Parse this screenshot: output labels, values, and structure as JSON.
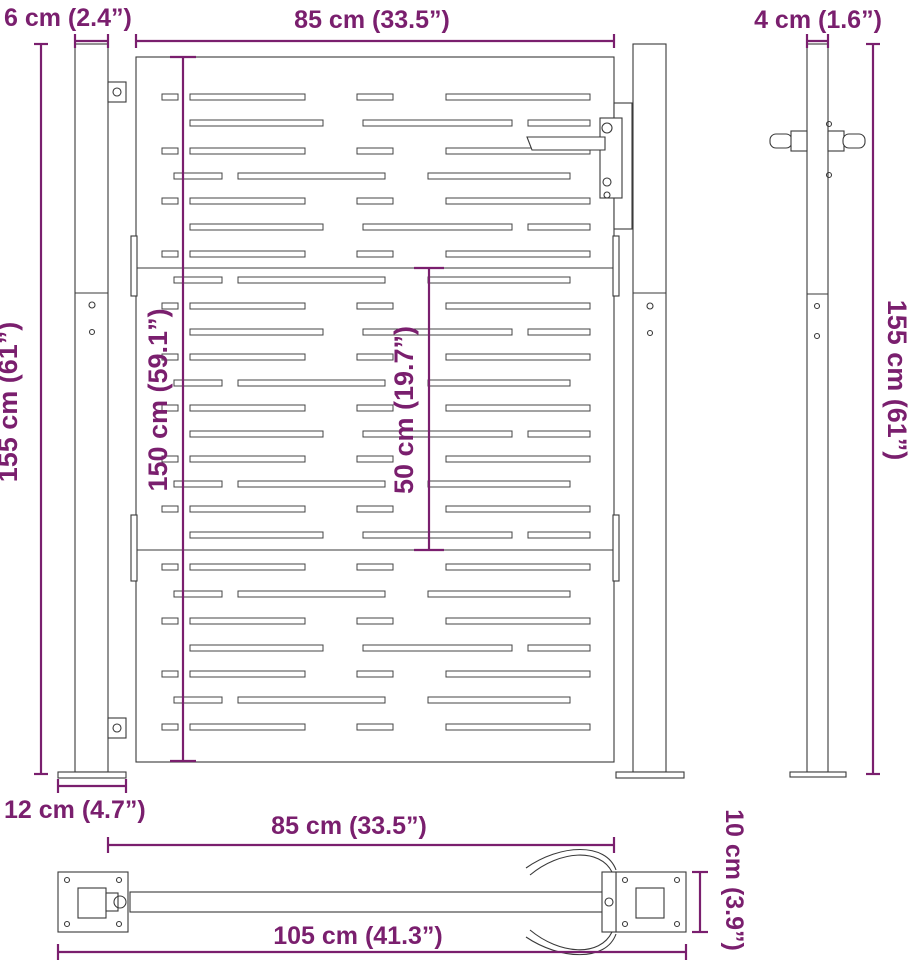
{
  "dimensions": {
    "gate_width_top": "85 cm (33.5”)",
    "post_width": "6 cm (2.4”)",
    "side_post_width": "4 cm (1.6”)",
    "total_height": "155 cm (61”)",
    "side_height": "155 cm (61”)",
    "panel_height": "150 cm (59.1”)",
    "section_height": "50 cm (19.7”)",
    "base_plate_width": "12 cm (4.7”)",
    "gate_width_bottom": "85 cm (33.5”)",
    "total_width": "105 cm (41.3”)",
    "depth": "10 cm (3.9”)"
  }
}
